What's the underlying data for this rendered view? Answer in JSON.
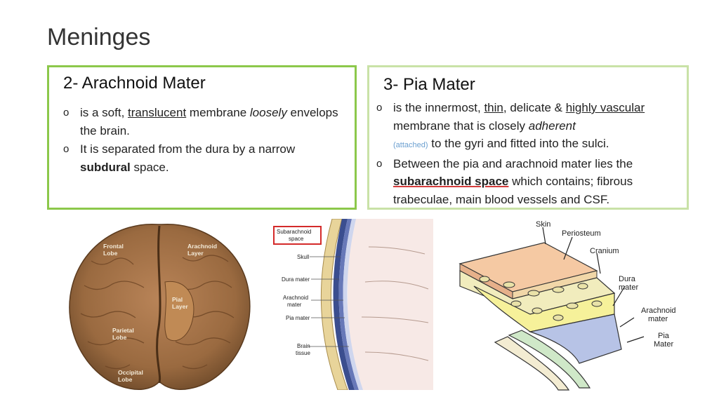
{
  "slide_title": "Meninges",
  "arachnoid": {
    "heading": "2- Arachnoid Mater",
    "b1": {
      "p1": "is a soft, ",
      "u1": "translucent",
      "p2": " membrane ",
      "i1": "loosely",
      "p3": " envelops the brain."
    },
    "b2": {
      "p1": "It  is separated from the dura by a narrow ",
      "b1": "subdural",
      "p2": " space."
    }
  },
  "pia": {
    "heading": "3- Pia Mater",
    "b1": {
      "p1": "is the innermost, ",
      "u1": "thin",
      "p2": ", delicate & ",
      "u2": "highly vascular",
      "p3": " membrane that is closely ",
      "i1": "adherent",
      "small": "(attached)",
      "p4": " to the gyri and fitted into the sulci."
    },
    "b2": {
      "p1": "Between the pia and arachnoid mater lies the ",
      "b1": "subarachnoid space",
      "p2": " which contains; fibrous trabeculae, main blood vessels and CSF."
    }
  },
  "bullet_marker": "o",
  "figure_brain": {
    "labels": {
      "frontal_1": "Frontal",
      "frontal_2": "Lobe",
      "arachnoid_1": "Arachnoid",
      "arachnoid_2": "Layer",
      "pial_1": "Pial",
      "pial_2": "Layer",
      "parietal_1": "Parietal",
      "parietal_2": "Lobe",
      "occipital_1": "Occipital",
      "occipital_2": "Lobe"
    }
  },
  "figure_cross": {
    "labels": {
      "subarachnoid_1": "Subarachnoid",
      "subarachnoid_2": "space",
      "skull": "Skull",
      "dura": "Dura mater",
      "arachnoid_1": "Arachnoid",
      "arachnoid_2": "mater",
      "pia": "Pia mater",
      "brain_1": "Brain",
      "brain_2": "tissue"
    },
    "highlight_color": "#d42a2a"
  },
  "figure_layers": {
    "labels": {
      "skin": "Skin",
      "periosteum": "Periosteum",
      "cranium": "Cranium",
      "dura_1": "Dura",
      "dura_2": "mater",
      "arachnoid_1": "Arachnoid",
      "arachnoid_2": "mater",
      "pia_1": "Pia",
      "pia_2": "Mater"
    }
  },
  "colors": {
    "box_left_border": "#8cc84b",
    "box_right_border": "#c9e2a7",
    "title": "#333333"
  }
}
